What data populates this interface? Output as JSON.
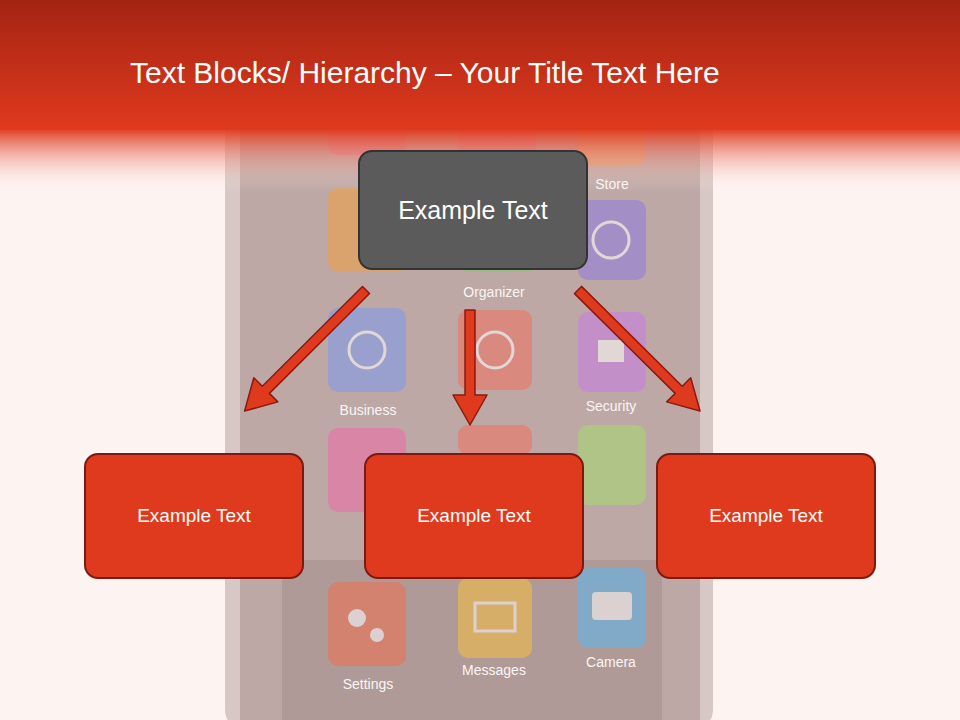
{
  "diagram": {
    "title": "Text Blocks/ Hierarchy – Your Title Text Here",
    "nodes": [
      {
        "text": [
          "Example Text"
        ]
      },
      {
        "text": [
          "Example Text"
        ]
      },
      {
        "text": [
          "Example Text"
        ]
      },
      {
        "text": [
          "Example Text"
        ]
      }
    ],
    "edges": [
      {
        "from": 0,
        "to": 1,
        "arrow": "to"
      },
      {
        "from": 0,
        "to": 2,
        "arrow": "to"
      },
      {
        "from": 0,
        "to": 3,
        "arrow": "to"
      }
    ],
    "labels": [
      "Store",
      "Organizer",
      "Business",
      "Security",
      "Settings",
      "Messages",
      "Camera"
    ]
  }
}
